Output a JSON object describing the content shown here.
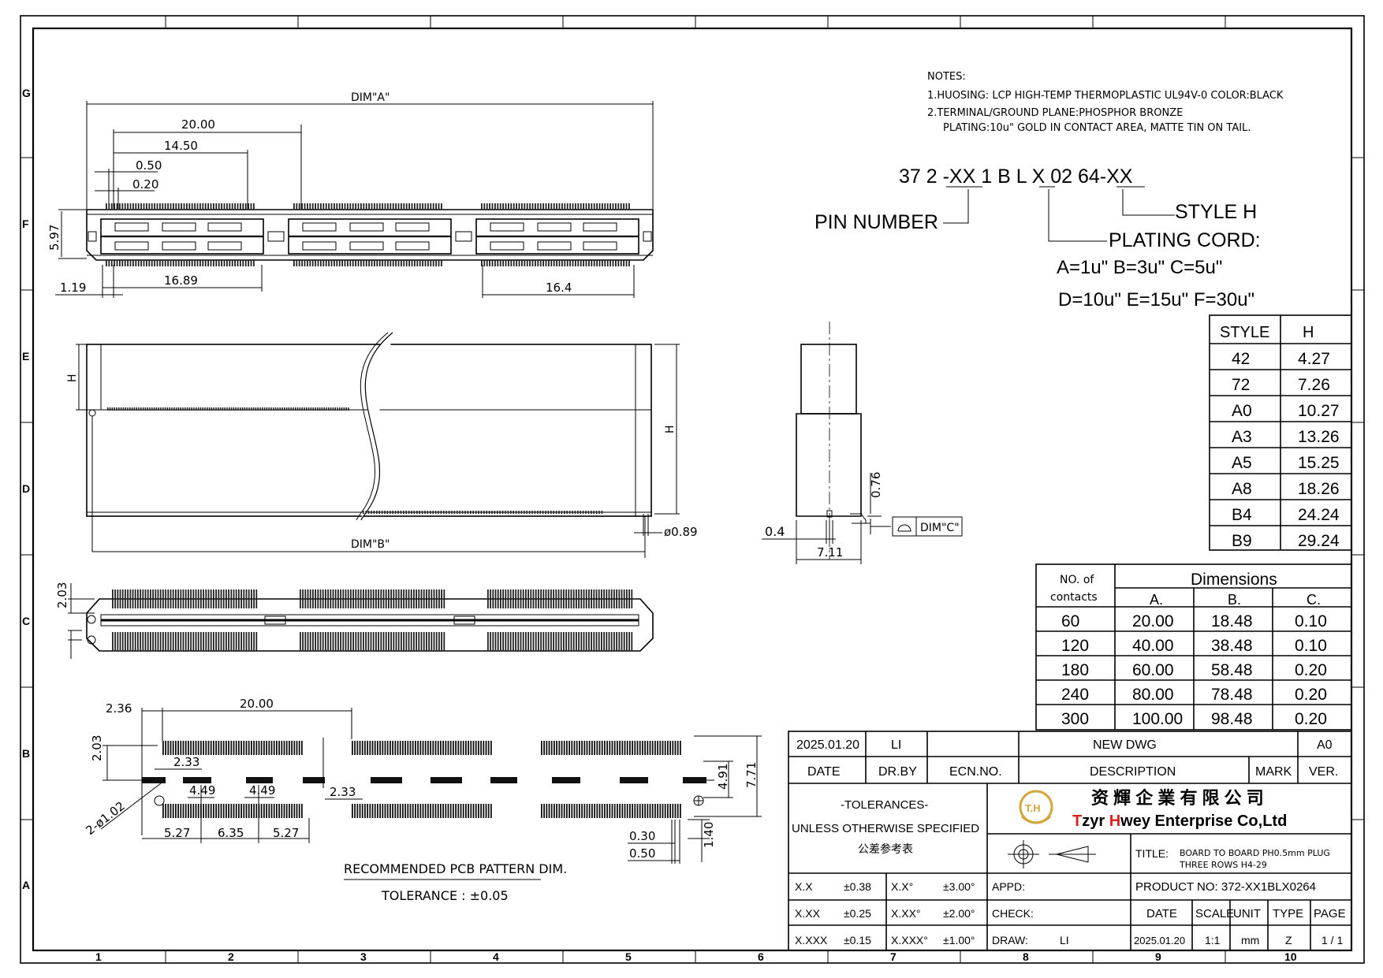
{
  "frame": {
    "col_labels": [
      "1",
      "2",
      "3",
      "4",
      "5",
      "6",
      "7",
      "8",
      "9",
      "10"
    ],
    "row_labels": [
      "G",
      "F",
      "E",
      "D",
      "C",
      "B",
      "A"
    ]
  },
  "notes": {
    "header": "NOTES:",
    "line1": "1.HUOSING: LCP HIGH-TEMP THERMOPLASTIC UL94V-0  COLOR:BLACK",
    "line2": "2.TERMINAL/GROUND PLANE:PHOSPHOR BRONZE",
    "line3": "PLATING:10u\"  GOLD IN CONTACT AREA, MATTE TIN ON TAIL."
  },
  "part_code": {
    "code": "37 2 -XX 1 B L X 02 64-XX",
    "pin_number": "PIN NUMBER",
    "style": "STYLE H",
    "plating": "PLATING CORD:",
    "plating_opts1": "A=1u\"  B=3u\"  C=5u\"",
    "plating_opts2": "D=10u\" E=15u\" F=30u\""
  },
  "top_view": {
    "dim_a": "DIM\"A\"",
    "d20": "20.00",
    "d1450": "14.50",
    "d050": "0.50",
    "d020": "0.20",
    "d597": "5.97",
    "d119": "1.19",
    "d1689": "16.89",
    "d164": "16.4"
  },
  "front_view": {
    "h1": "H",
    "h2": "H",
    "dim_b": "DIM\"B\"",
    "d089": "ø0.89"
  },
  "side_view": {
    "d076": "0.76",
    "d04": "0.4",
    "d711": "7.11",
    "dim_c": "DIM\"C\""
  },
  "bottom_view": {
    "d203": "2.03"
  },
  "pcb": {
    "d236": "2.36",
    "d20": "20.00",
    "d203": "2.03",
    "d233a": "2.33",
    "d449a": "4.49",
    "d449b": "4.49",
    "d233b": "2.33",
    "d102": "2-ø1.02",
    "d527a": "5.27",
    "d635": "6.35",
    "d527b": "5.27",
    "d491": "4.91",
    "d771": "7.71",
    "d030": "0.30",
    "d050": "0.50",
    "d140": "1.40",
    "title": "RECOMMENDED PCB PATTERN DIM.",
    "tolerance": "TOLERANCE : ±0.05"
  },
  "style_table": {
    "headers": [
      "STYLE",
      "H"
    ],
    "rows": [
      [
        "42",
        "4.27"
      ],
      [
        "72",
        "7.26"
      ],
      [
        "A0",
        "10.27"
      ],
      [
        "A3",
        "13.26"
      ],
      [
        "A5",
        "15.25"
      ],
      [
        "A8",
        "18.26"
      ],
      [
        "B4",
        "24.24"
      ],
      [
        "B9",
        "29.24"
      ]
    ]
  },
  "dims_table": {
    "no_contacts1": "NO. of",
    "no_contacts2": "contacts",
    "dimensions": "Dimensions",
    "cols": [
      "A.",
      "B.",
      "C."
    ],
    "rows": [
      [
        "60",
        "20.00",
        "18.48",
        "0.10"
      ],
      [
        "120",
        "40.00",
        "38.48",
        "0.10"
      ],
      [
        "180",
        "60.00",
        "58.48",
        "0.20"
      ],
      [
        "240",
        "80.00",
        "78.48",
        "0.20"
      ],
      [
        "300",
        "100.00",
        "98.48",
        "0.20"
      ]
    ]
  },
  "title_block": {
    "rev_date": "2025.01.20",
    "rev_drby": "LI",
    "rev_desc": "NEW DWG",
    "rev_ver": "A0",
    "h_date": "DATE",
    "h_drby": "DR.BY",
    "h_ecn": "ECN.NO.",
    "h_desc": "DESCRIPTION",
    "h_mark": "MARK",
    "h_ver": "VER.",
    "tol_title": "-TOLERANCES-",
    "tol_unless": "UNLESS OTHERWISE SPECIFIED",
    "tol_cn": "公差参考表",
    "company_cn": "资 輝 企 業 有 限 公 司",
    "company_en_t": "T",
    "company_en_1": "zyr ",
    "company_en_h": "H",
    "company_en_2": "wey Enterprise Co,Ltd",
    "logo_text": "T.H",
    "title_label": "TITLE:",
    "title_1": "BOARD TO BOARD PH0.5mm PLUG",
    "title_2": "THREE ROWS H4-29",
    "tol_rows": [
      [
        "X.X",
        "±0.38",
        "X.X°",
        "±3.00°"
      ],
      [
        "X.XX",
        "±0.25",
        "X.XX°",
        "±2.00°"
      ],
      [
        "X.XXX",
        "±0.15",
        "X.XXX°",
        "±1.00°"
      ]
    ],
    "appd": "APPD:",
    "check": "CHECK:",
    "draw": "DRAW:",
    "draw_by": "LI",
    "product_no": "PRODUCT NO: 372-XX1BLX0264",
    "b_date": "DATE",
    "b_scale": "SCALE",
    "b_unit": "UNIT",
    "b_type": "TYPE",
    "b_page": "PAGE",
    "v_date": "2025.01.20",
    "v_scale": "1:1",
    "v_unit": "mm",
    "v_type": "Z",
    "v_page": "1 / 1"
  }
}
